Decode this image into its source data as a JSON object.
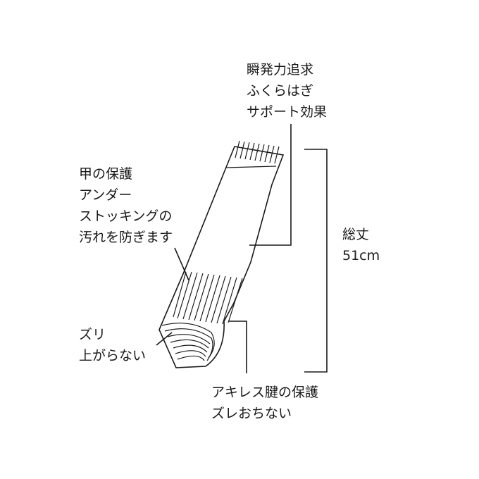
{
  "labels": {
    "top_right": [
      "瞬発力追求",
      "ふくらはぎ",
      "サポート効果"
    ],
    "left_upper": [
      "甲の保護",
      "アンダー",
      "ストッキングの",
      "汚れを防ぎます"
    ],
    "left_lower": [
      "ズリ",
      "上がらない"
    ],
    "bottom_center": [
      "アキレス腱の保護",
      "ズレおちない"
    ],
    "length": [
      "総丈",
      "51cm"
    ]
  },
  "colors": {
    "line": "#1a1a1a",
    "background": "#ffffff"
  }
}
